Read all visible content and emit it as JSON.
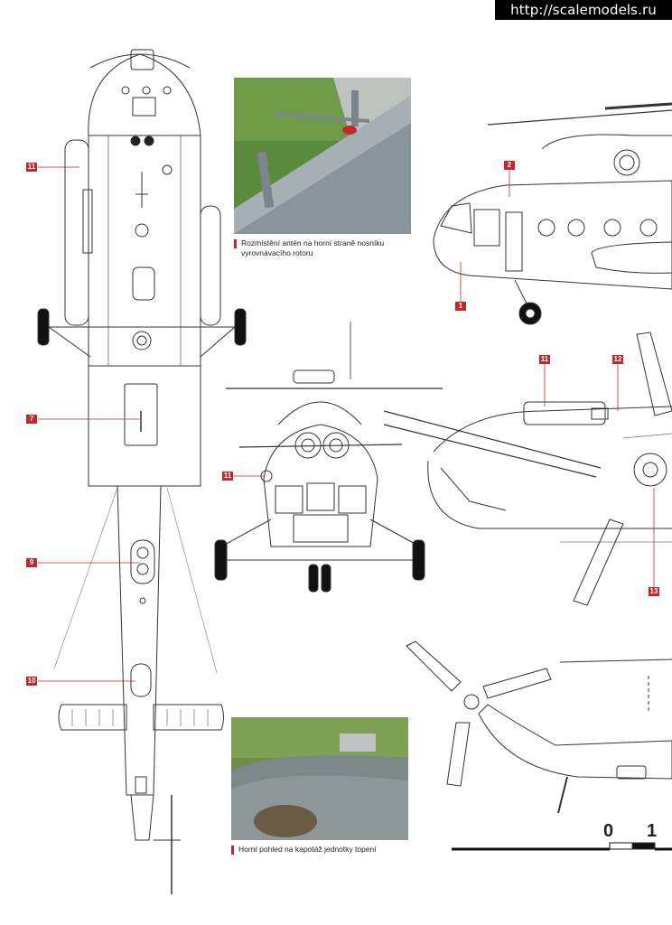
{
  "watermark": {
    "url": "http://scalemodels.ru"
  },
  "photos": [
    {
      "caption": "Rozmístění antén na horní straně nosníku vyrovnávacího rotoru"
    },
    {
      "caption": "Horní pohled na kapotáž jednotky topení"
    }
  ],
  "callouts": {
    "top_view": [
      "11",
      "7",
      "9",
      "10"
    ],
    "front_view": [
      "11"
    ],
    "side_view": [
      "2",
      "1"
    ],
    "detail_view": [
      "11",
      "12",
      "13"
    ]
  },
  "scale_bar": {
    "labels": [
      "0",
      "1"
    ]
  },
  "colors": {
    "accent": "#c0292b",
    "line": "#333333"
  }
}
